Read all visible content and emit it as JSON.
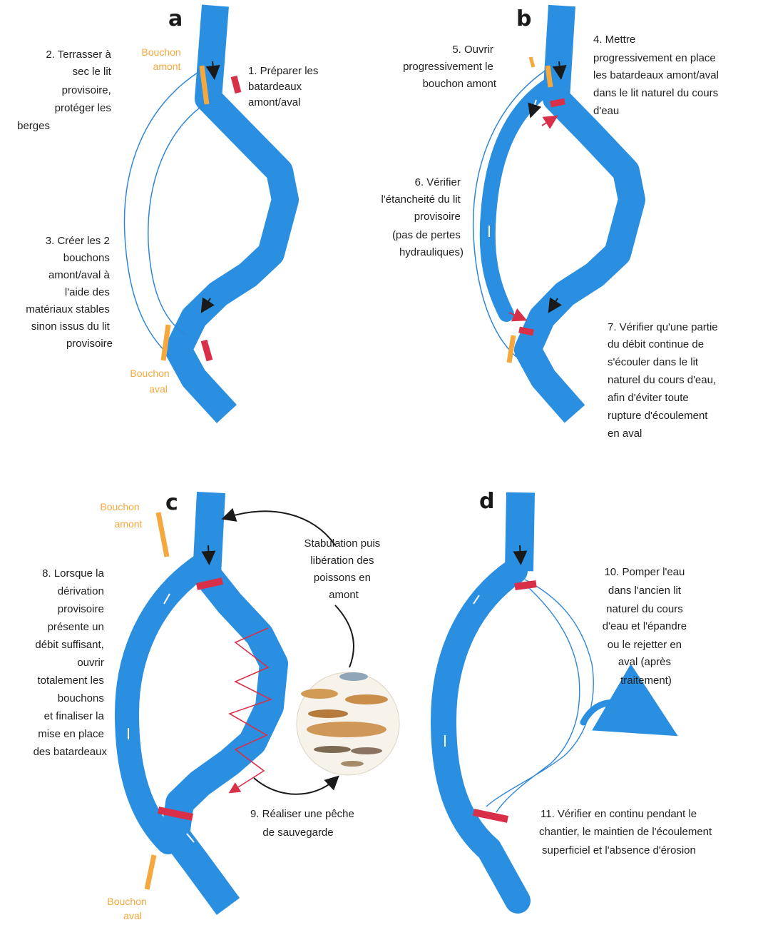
{
  "panels": {
    "a": {
      "letter": "a",
      "step1": [
        "1. Préparer les",
        "batardeaux",
        "amont/aval"
      ],
      "step2": [
        "2. Terrasser à",
        "sec le lit",
        "provisoire,",
        "protéger les",
        "berges"
      ],
      "step3": [
        "3. Créer les 2",
        "bouchons",
        "amont/aval à",
        "l'aide des",
        "matériaux stables",
        "sinon issus du lit",
        "provisoire"
      ],
      "plug_up": [
        "Bouchon",
        "amont"
      ],
      "plug_down": [
        "Bouchon",
        "aval"
      ]
    },
    "b": {
      "letter": "b",
      "step4": [
        "4. Mettre",
        "progressivement en place",
        "les batardeaux amont/aval",
        "dans le lit naturel du cours",
        "d'eau"
      ],
      "step5": [
        "5. Ouvrir",
        "progressivement le",
        "bouchon amont"
      ],
      "step6": [
        "6. Vérifier",
        "l'étancheité du lit",
        "provisoire",
        "(pas de pertes",
        "hydrauliques)"
      ],
      "step7": [
        "7. Vérifier qu'une partie",
        "du débit continue de",
        "s'écouler dans le lit",
        "naturel du cours d'eau,",
        "afin d'éviter toute",
        "rupture d'écoulement",
        "en aval"
      ]
    },
    "c": {
      "letter": "c",
      "plug_up": [
        "Bouchon",
        "amont"
      ],
      "plug_down": [
        "Bouchon",
        "aval"
      ],
      "step8": [
        "8. Lorsque la",
        "dérivation",
        "provisoire",
        "présente un",
        "débit suffisant,",
        "ouvrir",
        "totalement les",
        "bouchons",
        "et finaliser la",
        "mise en place",
        "des batardeaux"
      ],
      "step9": [
        "9. Réaliser une pêche",
        "de sauvegarde"
      ],
      "stabulation": [
        "Stabulation puis",
        "libération des",
        "poissons en",
        "amont"
      ]
    },
    "d": {
      "letter": "d",
      "step10": [
        "10. Pomper l'eau",
        "dans l'ancien lit",
        "naturel du cours",
        "d'eau et l'épandre",
        "ou le rejetter en",
        "aval (après",
        "traitement)"
      ],
      "step11": [
        "11. Vérifier en continu pendant le",
        "chantier, le maintien de l'écoulement",
        "superficiel et l'absence d'érosion"
      ]
    }
  },
  "colors": {
    "river": "#2a8fe0",
    "bypass_line": "#2f86d6",
    "plug": "#f4a83d",
    "cofferdam": "#d9304a",
    "text": "#1f1f1f"
  }
}
